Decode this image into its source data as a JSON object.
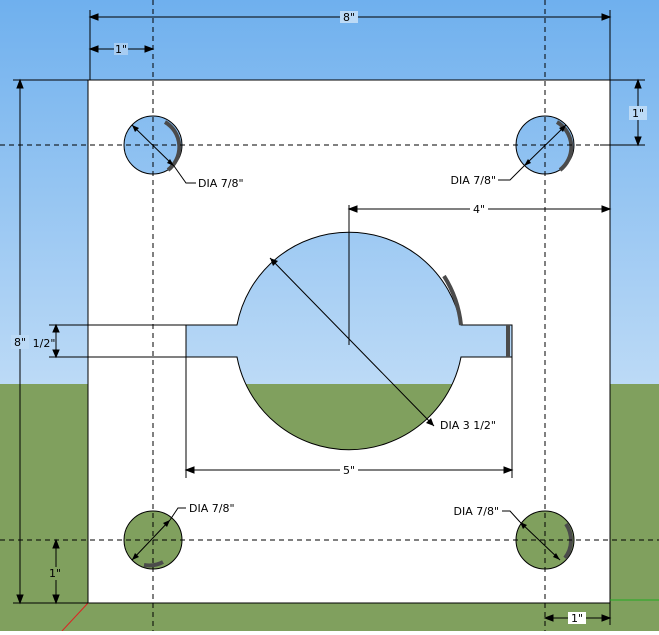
{
  "colors": {
    "sky_top": "#6fb0ee",
    "sky_bottom": "#bcdaf6",
    "ground": "#80a05e",
    "plate": "#ffffff",
    "line": "#000000",
    "hole_shadow": "#4b4b4b"
  },
  "dimensions": {
    "top_width": "8\"",
    "top_left_offset": "1\"",
    "right_top_offset": "1\"",
    "center_to_right": "4\"",
    "left_height": "8\"",
    "slot_height": "1/2\"",
    "slot_width": "5\"",
    "bottom_left_offset": "1\"",
    "bottom_right_offset": "1\""
  },
  "holes": {
    "top_left": "DIA 7/8\"",
    "top_right": "DIA 7/8\"",
    "bottom_left": "DIA 7/8\"",
    "bottom_right": "DIA 7/8\""
  },
  "center_hole": {
    "label": "DIA 3 1/2\""
  }
}
